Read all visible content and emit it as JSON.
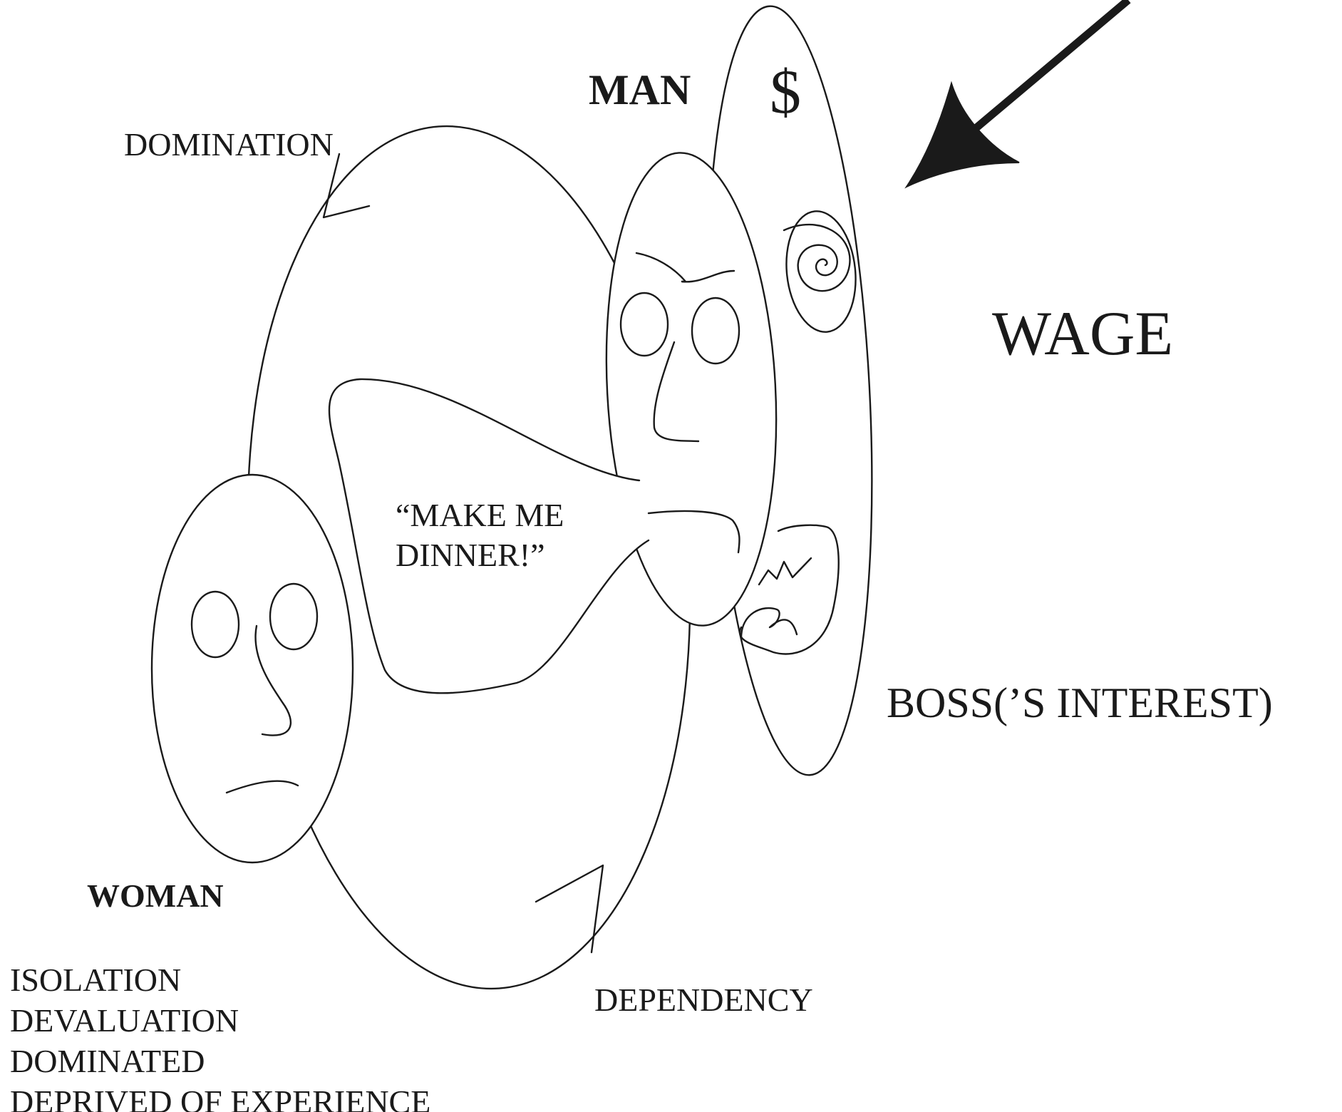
{
  "labels": {
    "man": "MAN",
    "dollar": "$",
    "domination": "DOMINATION",
    "wage": "WAGE",
    "boss": "BOSS(’S INTEREST)",
    "woman": "WOMAN",
    "dependency": "DEPENDENCY",
    "speech": "“MAKE ME\nDINNER!”"
  },
  "woman_conditions": [
    "ISOLATION",
    "DEVALUATION",
    "DOMINATED",
    "DEPRIVED OF EXPERIENCE"
  ],
  "colors": {
    "ink": "#1a1a1a",
    "background": "#ffffff"
  }
}
